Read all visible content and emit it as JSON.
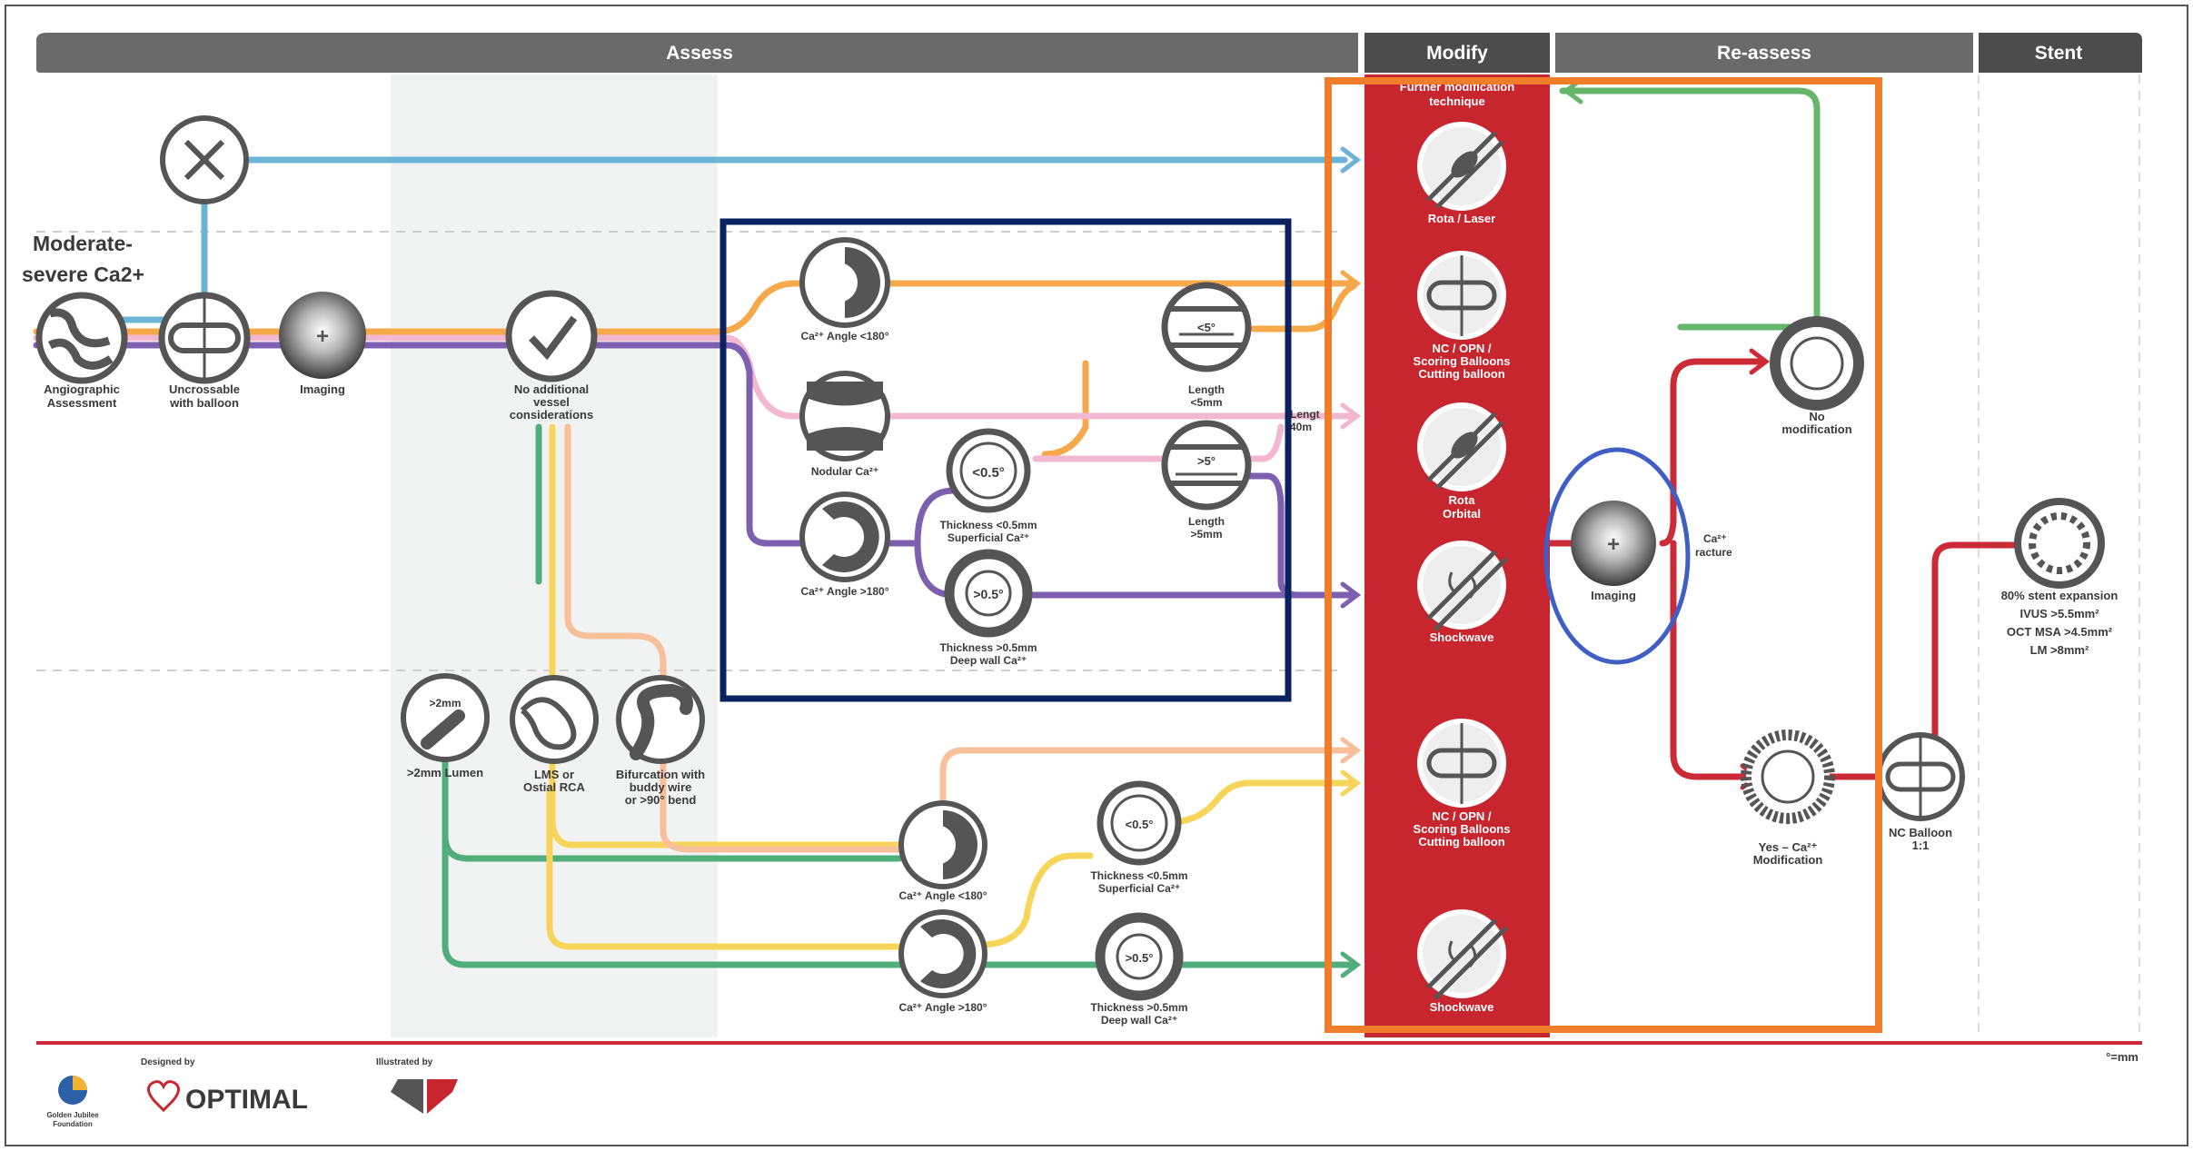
{
  "header": {
    "assess": "Assess",
    "modify": "Modify",
    "reassess": "Re-assess",
    "stent": "Stent"
  },
  "title": {
    "line1": "Moderate-",
    "line2": "severe Ca2+"
  },
  "start_nodes": {
    "angiographic": [
      "Angiographic",
      "Assessment"
    ],
    "uncrossable": [
      "Uncrossable",
      "with balloon"
    ],
    "imaging": "Imaging",
    "no_additional": [
      "No additional",
      "vessel",
      "considerations"
    ]
  },
  "box_nodes": {
    "angle_lt180": "Ca²⁺ Angle <180°",
    "nodular": "Nodular Ca²⁺",
    "angle_gt180": "Ca²⁺ Angle >180°",
    "thin_symbol": "<0.5°",
    "thin": [
      "Thickness <0.5mm",
      "Superficial Ca²⁺"
    ],
    "thick_symbol": ">0.5°",
    "thick": [
      "Thickness >0.5mm",
      "Deep wall Ca²⁺"
    ],
    "len_short_symbol": "<5°",
    "len_short": [
      "Length",
      "<5mm"
    ],
    "len_long_symbol": ">5°",
    "len_long": [
      "Length",
      ">5mm"
    ],
    "len_partial": [
      "Lengt",
      "40m"
    ]
  },
  "lower_nodes": {
    "lumen_symbol": ">2mm",
    "lumen": ">2mm Lumen",
    "lms": [
      "LMS or",
      "Ostial RCA"
    ],
    "bifurcation": [
      "Bifurcation with",
      "buddy wire",
      "or >90° bend"
    ],
    "angle_lt180": "Ca²⁺ Angle <180°",
    "angle_gt180": "Ca²⁺ Angle >180°",
    "thin_symbol": "<0.5°",
    "thin": [
      "Thickness <0.5mm",
      "Superficial Ca²⁺"
    ],
    "thick_symbol": ">0.5°",
    "thick": [
      "Thickness >0.5mm",
      "Deep wall Ca²⁺"
    ]
  },
  "modify": {
    "further": [
      "Further modification",
      "technique"
    ],
    "rota_laser": "Rota / Laser",
    "nc_opn_1": [
      "NC / OPN /",
      "Scoring Balloons",
      "Cutting balloon"
    ],
    "rota_orbital": [
      "Rota",
      "Orbital"
    ],
    "shockwave_1": "Shockwave",
    "nc_opn_2": [
      "NC / OPN /",
      "Scoring Balloons",
      "Cutting balloon"
    ],
    "shockwave_2": "Shockwave"
  },
  "reassess": {
    "imaging": "Imaging",
    "fracture": [
      "Ca²⁺",
      "racture"
    ],
    "no_mod": [
      "No",
      "modification"
    ],
    "yes_mod": [
      "Yes – Ca²⁺",
      "Modification"
    ]
  },
  "stent": {
    "nc_balloon": [
      "NC Balloon",
      "1:1"
    ],
    "expansion": [
      "80% stent expansion",
      "IVUS >5.5mm²",
      "OCT MSA >4.5mm²",
      "LM >8mm²"
    ]
  },
  "footer": {
    "designed_by": "Designed by",
    "optimal": "OPTIMAL",
    "illustrated_by": "Illustrated by",
    "golden": [
      "Golden Jubilee",
      "Foundation"
    ],
    "unit_note": "°=mm"
  },
  "colors": {
    "blue_line": "#6ab4d8",
    "orange_line": "#f5a94a",
    "pink_line": "#f2b8cf",
    "purple_line": "#7d5fb0",
    "green_line": "#4fae7c",
    "yellow_line": "#f6d55a",
    "peach_line": "#f7bf9a",
    "red_line": "#cc2a36",
    "modify_band": "#c8262e",
    "annotation_orange": "#f07d2a",
    "annotation_navy": "#0b2260",
    "annotation_blue": "#3f5fc6",
    "header_grey": "#6a6a6a"
  }
}
